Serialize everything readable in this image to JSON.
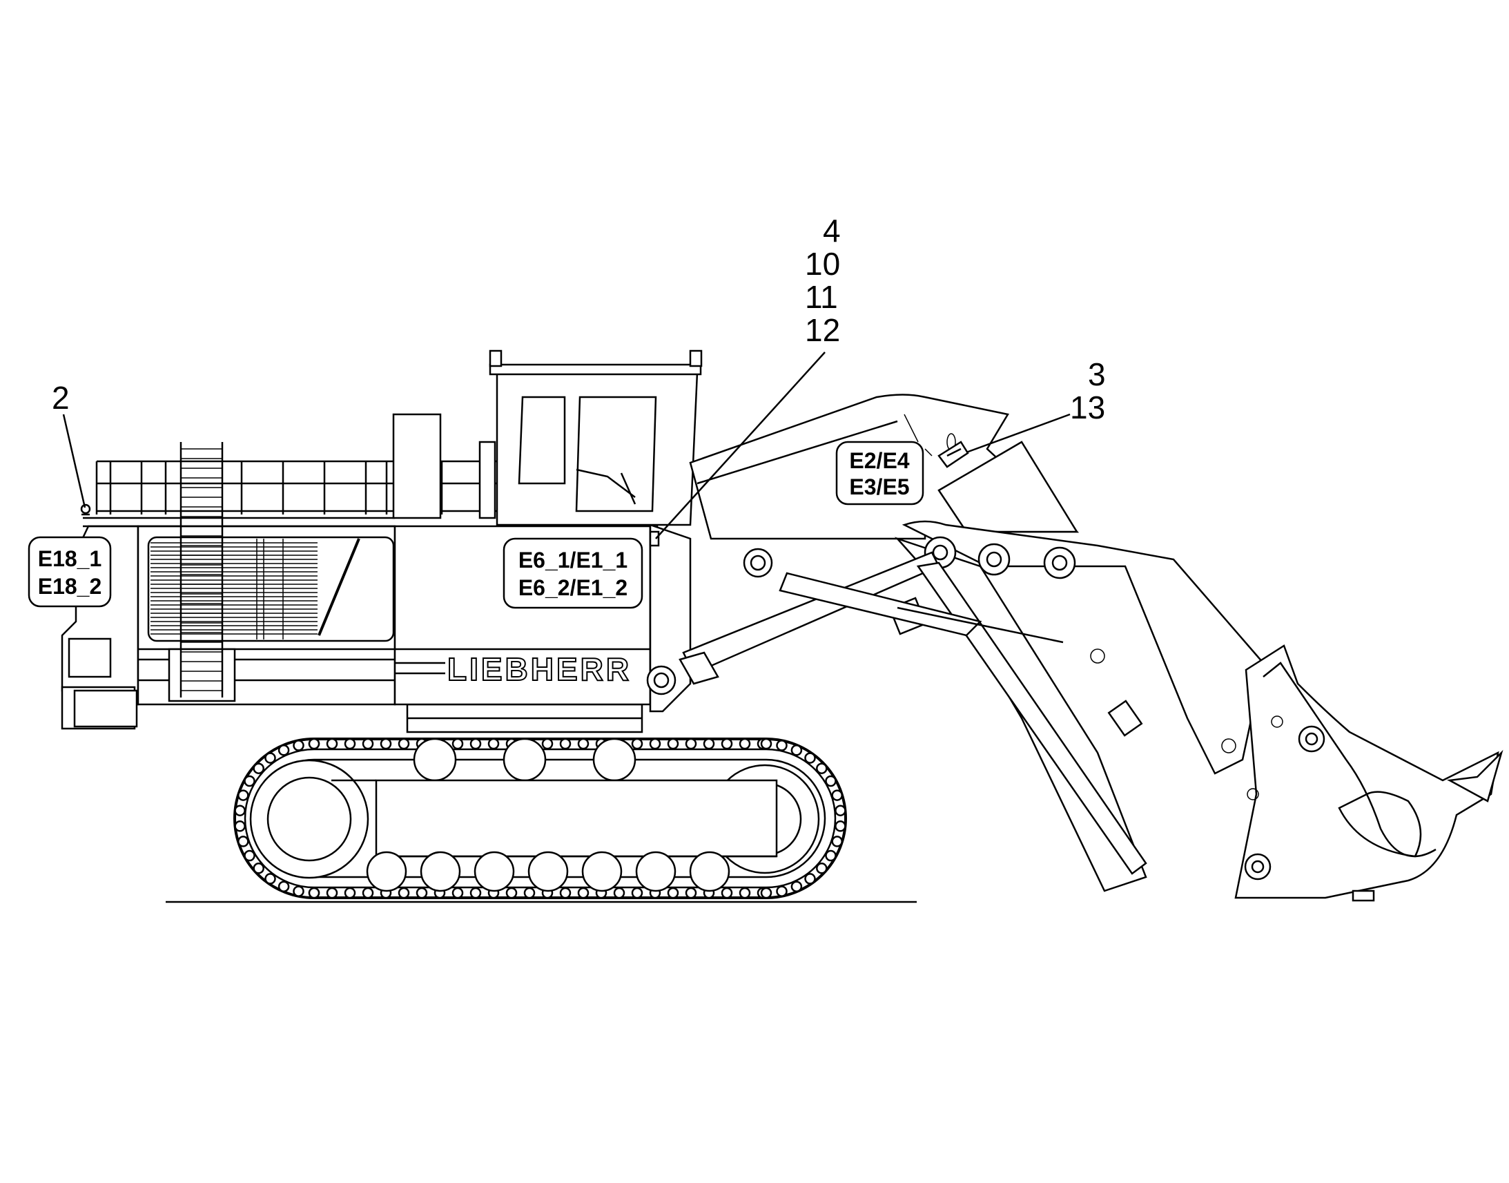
{
  "callouts": {
    "c2": "2",
    "c4": "4",
    "c10": "10",
    "c11": "11",
    "c12": "12",
    "c3": "3",
    "c13": "13"
  },
  "labels": {
    "left": [
      "E18_1",
      "E18_2"
    ],
    "center": [
      "E6_1/E1_1",
      "E6_2/E1_2"
    ],
    "boom": [
      "E2/E4",
      "E3/E5"
    ]
  },
  "logo": "LIEBHERR"
}
